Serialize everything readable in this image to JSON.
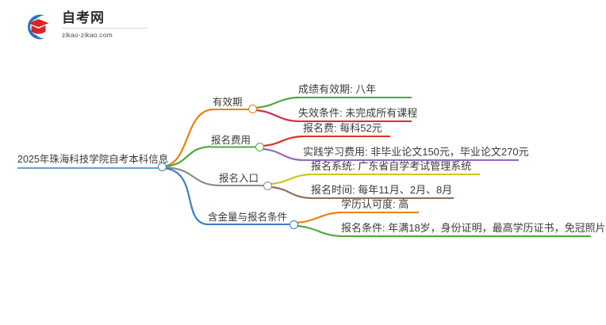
{
  "logo": {
    "mark_name": "zikao-logo-icon",
    "title": "自考网",
    "subtitle": "zikao-zikao.com",
    "arc_color": "#1f77c4",
    "cap_color": "#d62728"
  },
  "mindmap": {
    "root": {
      "label": "2025年珠海科技学院自考本科信息",
      "underline_color": "#3b7fc4",
      "dot_color": "#3b7fc4"
    },
    "branches": [
      {
        "label": "有效期",
        "edge_color": "#e8820c",
        "dot_color": "#e8820c",
        "underline_color": "#e8820c",
        "children": [
          {
            "label": "成绩有效期: 八年",
            "color": "#4fa83d"
          },
          {
            "label": "失效条件: 未完成所有课程",
            "color": "#d62b4a"
          }
        ]
      },
      {
        "label": "报名费用",
        "edge_color": "#4fa83d",
        "dot_color": "#4fa83d",
        "underline_color": "#4fa83d",
        "children": [
          {
            "label": "报名费: 每科52元",
            "color": "#e03127"
          },
          {
            "label": "实践学习费用: 非毕业论文150元，毕业论文270元",
            "color": "#9467bd"
          }
        ]
      },
      {
        "label": "报名入口",
        "edge_color": "#8c8c8c",
        "dot_color": "#8c8c8c",
        "underline_color": "#8c8c8c",
        "children": [
          {
            "label": "报名系统: 广东省自学考试管理系统",
            "color": "#c8c81e"
          },
          {
            "label": "报名时间: 每年11月、2月、8月",
            "color": "#8c6d5a"
          }
        ]
      },
      {
        "label": "含金量与报名条件",
        "edge_color": "#3b7fc4",
        "dot_color": "#3b7fc4",
        "underline_color": "#3b7fc4",
        "children": [
          {
            "label": "学历认可度: 高",
            "color": "#e8820c"
          },
          {
            "label": "报名条件: 年满18岁，身份证明，最高学历证书，免冠照片",
            "color": "#4fa83d"
          }
        ]
      }
    ]
  }
}
